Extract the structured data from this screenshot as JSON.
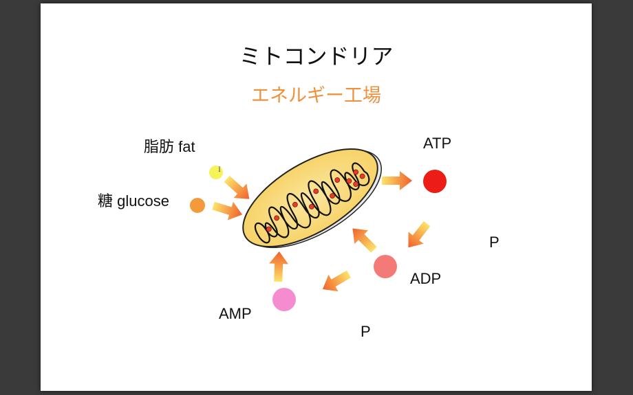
{
  "slide": {
    "title": "ミトコンドリア",
    "subtitle": "エネルギー工場",
    "colors": {
      "subtitle": "#f0913a",
      "fat_dot": "#f6f25a",
      "glucose_dot": "#f39a3a",
      "atp_dot": "#ec1c16",
      "adp_dot": "#f47a78",
      "amp_dot": "#f68cd0",
      "mito_fill": "#f8d66c",
      "arrow_start": "#fde36a",
      "arrow_end": "#f0602a"
    }
  },
  "labels": {
    "fat": "脂肪 fat",
    "glucose": "糖 glucose",
    "atp": "ATP",
    "adp": "ADP",
    "amp": "AMP",
    "p1": "P",
    "p2": "P"
  }
}
